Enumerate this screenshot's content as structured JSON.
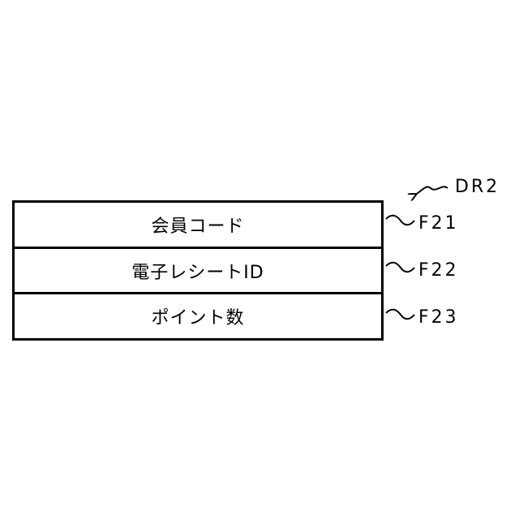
{
  "diagram": {
    "id_label": "DR2",
    "fields": [
      {
        "name": "会員コード",
        "ref": "F21"
      },
      {
        "name": "電子レシートID",
        "ref": "F22"
      },
      {
        "name": "ポイント数",
        "ref": "F23"
      }
    ]
  }
}
